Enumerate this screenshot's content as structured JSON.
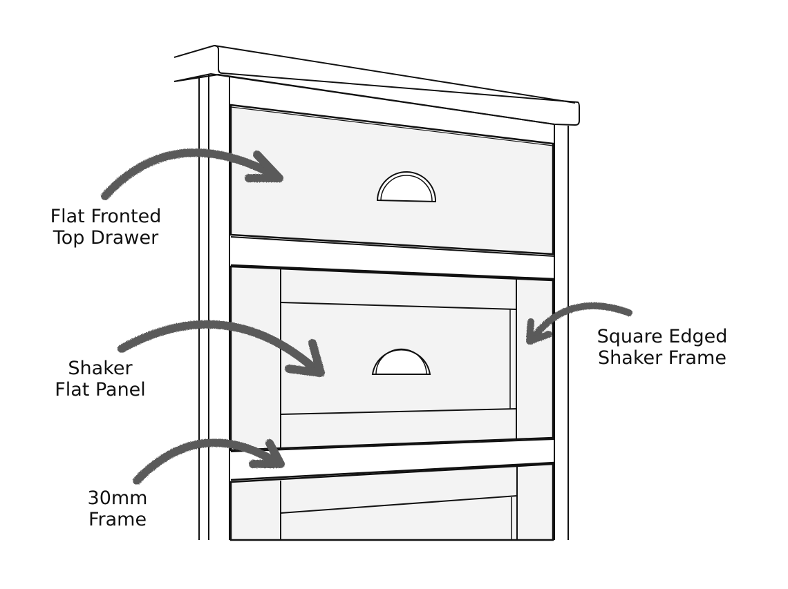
{
  "colors": {
    "line": "#111111",
    "panel_fill": "#f3f3f3",
    "frame_fill": "#ffffff",
    "arrow": "#5a5a5a"
  },
  "labels": {
    "flat_fronted": {
      "line1": "Flat Fronted",
      "line2": "Top Drawer"
    },
    "shaker_flat_panel": {
      "line1": "Shaker",
      "line2": "Flat Panel"
    },
    "frame_30mm": {
      "line1": "30mm",
      "line2": "Frame"
    },
    "square_edged": {
      "line1": "Square Edged",
      "line2": "Shaker Frame"
    }
  },
  "icons": {
    "handle": "cup-handle-icon",
    "arrow": "curved-arrow-icon"
  }
}
